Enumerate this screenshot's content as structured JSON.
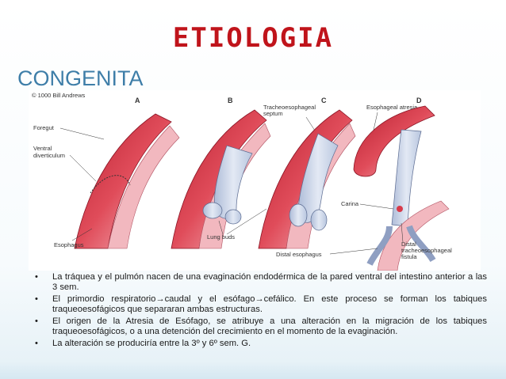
{
  "slide": {
    "title": "ETIOLOGIA",
    "subtitle": "CONGENITA"
  },
  "figure": {
    "copyright": "© 1000 Bill Andrews",
    "panels": [
      "A",
      "B",
      "C",
      "D"
    ],
    "labels": {
      "foregut": "Foregut",
      "ventral_diverticulum_1": "Ventral",
      "ventral_diverticulum_2": "diverticulum",
      "esophagus": "Esophagus",
      "lung_buds": "Lung buds",
      "tracheo_septum_1": "Tracheoesophageal",
      "tracheo_septum_2": "septum",
      "esophageal_atresia": "Esophageal atresia",
      "carina": "Carina",
      "distal_esophagus": "Distal esophagus",
      "distal_fistula_1": "Distal",
      "distal_fistula_2": "tracheoesophageal",
      "distal_fistula_3": "fistula"
    }
  },
  "bullets": [
    "La tráquea y el pulmón nacen de una evaginación endodérmica de la pared ventral del intestino anterior a las 3 sem.",
    "El primordio respiratorio→caudal y el esófago→cefálico. En este proceso se forman los tabiques traqueoesofágicos que separaran ambas estructuras.",
    "El origen de la Atresia de Esófago, se atribuye a una alteración en la migración de los tabiques traqueoesofágicos, o a una detención del crecimiento en el momento de la evaginación.",
    "La alteración se produciría entre la 3º y 6º sem. G."
  ],
  "colors": {
    "title": "#c0141b",
    "subtitle": "#3e7ea8",
    "tissue_red": "#d83a4a",
    "tissue_pink": "#f2b8bf",
    "tissue_blue": "#c9d6ea"
  }
}
